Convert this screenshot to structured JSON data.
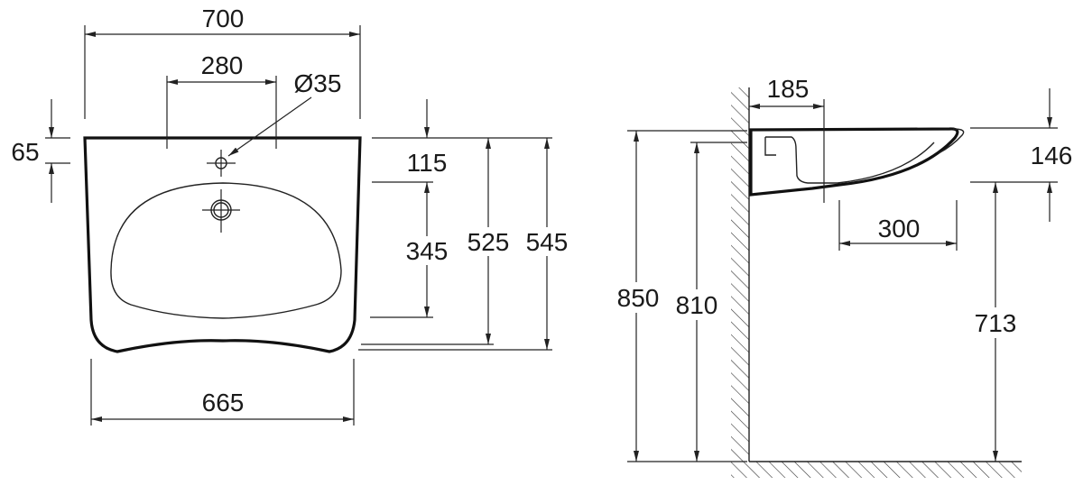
{
  "front_view": {
    "dimensions": {
      "overall_width": "700",
      "tap_hole_spacing": "280",
      "tap_hole_diameter": "Ø35",
      "top_to_tap_hole": "65",
      "top_to_bowl": "115",
      "bowl_depth": "345",
      "projection_center": "525",
      "overall_projection": "545",
      "bottom_width": "665"
    }
  },
  "side_view": {
    "dimensions": {
      "wall_to_drain": "185",
      "rim_height": "850",
      "tap_height": "810",
      "basin_thickness": "146",
      "knee_clearance_depth": "300",
      "underside_height": "713"
    }
  }
}
